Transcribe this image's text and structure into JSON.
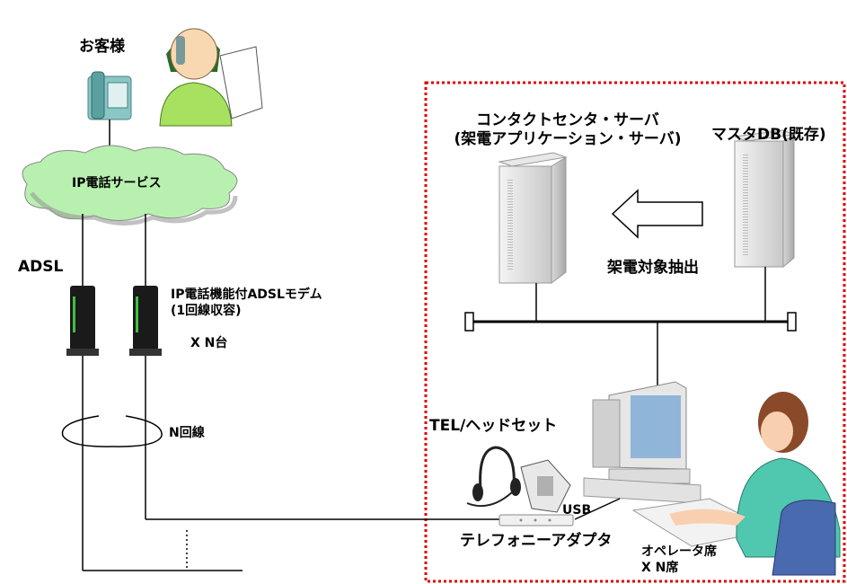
{
  "customer": {
    "label": "お客様"
  },
  "cloud": {
    "label": "IP電話サービス"
  },
  "adsl": {
    "label": "ADSL"
  },
  "modem": {
    "label_line1": "IP電話機能付ADSLモデム",
    "label_line2": "(1回線収容)",
    "count": "X  N台"
  },
  "lines": {
    "label": "N回線"
  },
  "contact_server": {
    "label_line1": "コンタクトセンタ・サーバ",
    "label_line2": "(架電アプリケーション・サーバ)"
  },
  "master_db": {
    "label": "マスタDB(既存)"
  },
  "extraction": {
    "label": "架電対象抽出"
  },
  "headset": {
    "label": "TEL/ヘッドセット"
  },
  "usb": {
    "label": "USB"
  },
  "adapter": {
    "label": "テレフォニーアダプタ"
  },
  "operator": {
    "label_line1": "オペレータ席",
    "label_line2": "X  N席"
  },
  "colors": {
    "boundary": "#e00000",
    "cloud": "#b8f0b0",
    "arrow": "#ffffff"
  }
}
